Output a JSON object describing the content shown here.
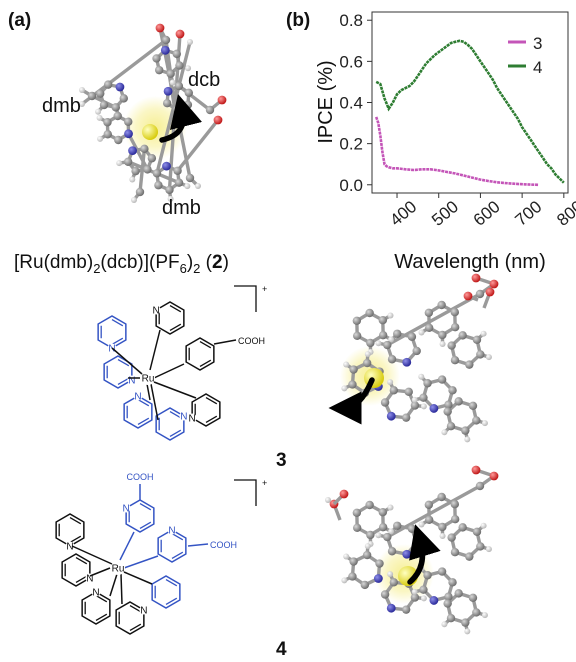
{
  "panels": {
    "a": "(a)",
    "b": "(b)"
  },
  "complex2": {
    "labels": {
      "dmb_left": "dmb",
      "dcb": "dcb",
      "dmb_bottom": "dmb"
    },
    "formula": {
      "part1": "[Ru(dmb)",
      "sub1": "2",
      "part2": "(dcb)](PF",
      "sub2": "6",
      "part3": ")",
      "sub3": "2",
      "open": " (",
      "num": "2",
      "close": ")"
    }
  },
  "structures": {
    "s3": {
      "number": "3",
      "charge": "+",
      "cooh": "COOH",
      "ru": "Ru",
      "n": "N"
    },
    "s4": {
      "number": "4",
      "charge": "+",
      "cooh_top": "COOH",
      "cooh_right": "COOH",
      "ru": "Ru",
      "n": "N"
    }
  },
  "colors": {
    "series3": "#c455b8",
    "series4": "#2e7d32",
    "blue_ligand": "#3454c4",
    "carbon": "#8a8a8a",
    "hydrogen": "#dcdcdc",
    "oxygen": "#d83030",
    "nitrogen": "#3a3ab0",
    "metal": "#e8e020",
    "glow": "#f5ec80"
  },
  "chart_data": {
    "type": "line",
    "xlabel": "Wavelength (nm)",
    "ylabel": "IPCE (%)",
    "xlim": [
      340,
      810
    ],
    "ylim": [
      -0.04,
      0.84
    ],
    "xticks": [
      400,
      500,
      600,
      700,
      800
    ],
    "yticks": [
      0.0,
      0.2,
      0.4,
      0.6,
      0.8
    ],
    "ytick_labels": [
      "0.0",
      "0.2",
      "0.4",
      "0.6",
      "0.8"
    ],
    "legend_position": "top-right",
    "series": [
      {
        "name": "3",
        "x": [
          350,
          355,
          360,
          365,
          370,
          375,
          380,
          390,
          400,
          420,
          440,
          460,
          480,
          500,
          520,
          540,
          560,
          580,
          600,
          620,
          640,
          660,
          680,
          700,
          720,
          740
        ],
        "y": [
          0.33,
          0.3,
          0.24,
          0.16,
          0.1,
          0.09,
          0.085,
          0.08,
          0.08,
          0.075,
          0.072,
          0.075,
          0.075,
          0.07,
          0.062,
          0.055,
          0.045,
          0.035,
          0.025,
          0.018,
          0.012,
          0.008,
          0.005,
          0.003,
          0.001,
          0.0
        ]
      },
      {
        "name": "4",
        "x": [
          350,
          360,
          370,
          380,
          390,
          400,
          410,
          420,
          430,
          440,
          450,
          460,
          470,
          480,
          490,
          500,
          510,
          520,
          530,
          540,
          550,
          560,
          570,
          580,
          590,
          600,
          610,
          620,
          630,
          640,
          650,
          660,
          670,
          680,
          690,
          700,
          710,
          720,
          730,
          740,
          750,
          760,
          770,
          780,
          790,
          800
        ],
        "y": [
          0.5,
          0.49,
          0.42,
          0.37,
          0.4,
          0.44,
          0.46,
          0.47,
          0.48,
          0.5,
          0.53,
          0.56,
          0.59,
          0.61,
          0.63,
          0.645,
          0.66,
          0.675,
          0.69,
          0.695,
          0.7,
          0.695,
          0.68,
          0.66,
          0.63,
          0.6,
          0.57,
          0.54,
          0.51,
          0.47,
          0.44,
          0.41,
          0.38,
          0.35,
          0.32,
          0.28,
          0.25,
          0.22,
          0.19,
          0.16,
          0.13,
          0.1,
          0.08,
          0.05,
          0.03,
          0.01
        ]
      }
    ]
  }
}
